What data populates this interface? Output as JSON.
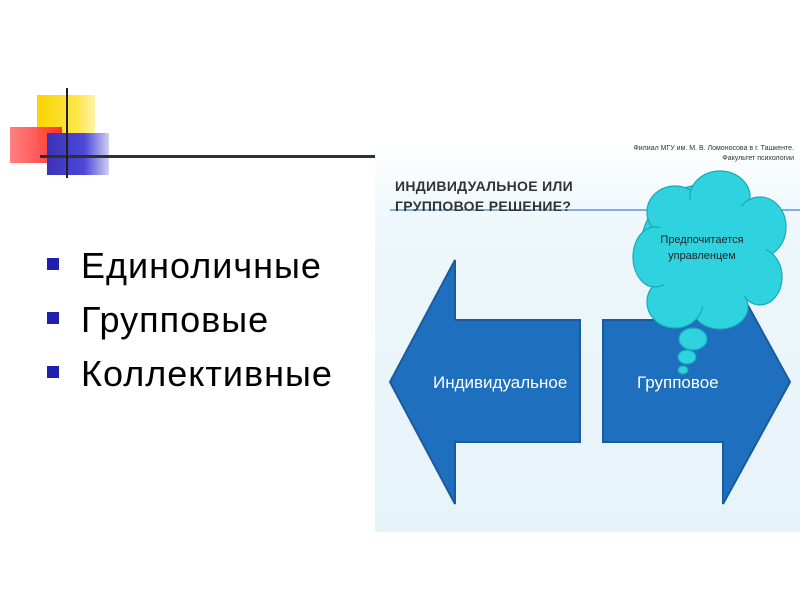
{
  "bullets": [
    {
      "text": "Единоличные"
    },
    {
      "text": "Групповые"
    },
    {
      "text": "Коллективные"
    }
  ],
  "image": {
    "header_line1": "Филиал МГУ им. М. В. Ломоносова в г. Ташкенте.",
    "header_line2": "Факультет психологии",
    "title_line1": "ИНДИВИДУАЛЬНОЕ ИЛИ",
    "title_line2": "ГРУППОВОЕ РЕШЕНИЕ?",
    "cloud_line1": "Предпочитается",
    "cloud_line2": "управленцем",
    "left_arrow": "Индивидуальное",
    "right_arrow": "Групповое"
  },
  "colors": {
    "arrow_blue": "#1f6fbf",
    "cloud": "#2fd3e0",
    "bullet_square": "#1f1fb0"
  }
}
